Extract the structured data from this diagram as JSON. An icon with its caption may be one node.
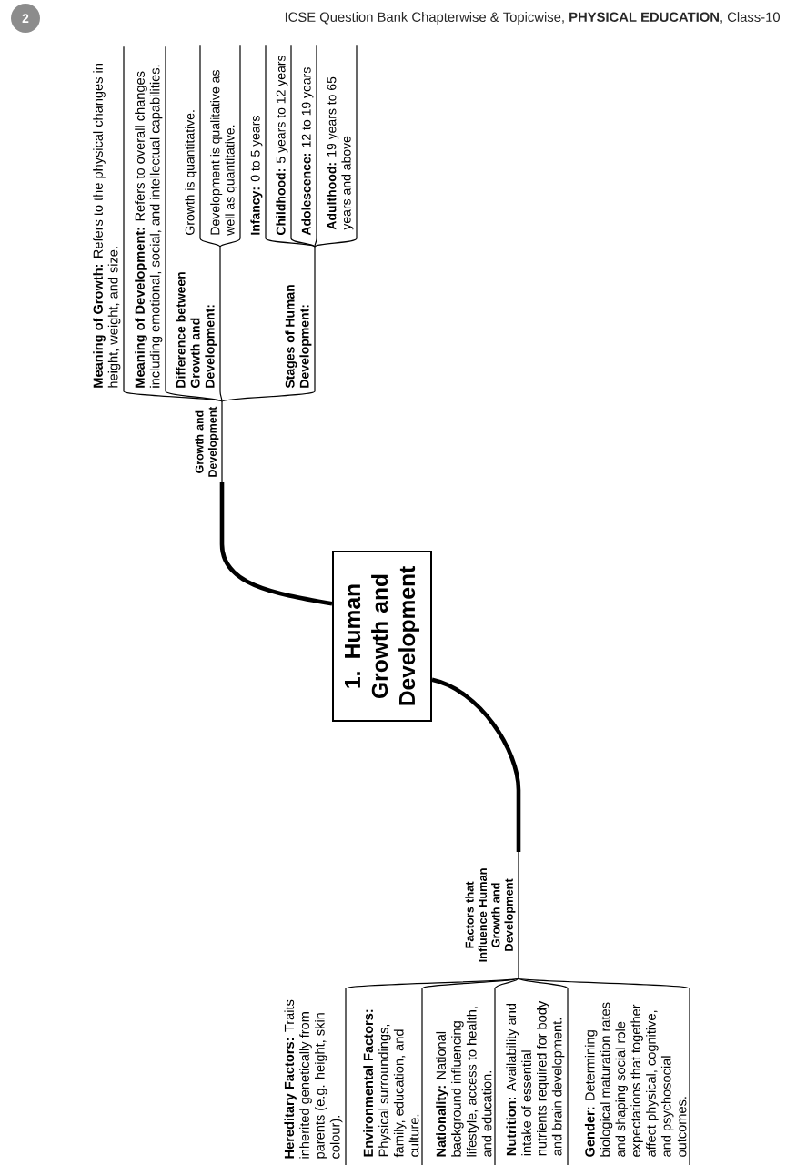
{
  "diagram": {
    "nodes": [
      {
        "text": [
          "1. Human Growth and Development"
        ]
      },
      {
        "text": [
          "Growth and Development"
        ]
      },
      {
        "text": [
          "**Meaning of Growth:** Refers to the physical changes in height, weight, and size."
        ]
      },
      {
        "text": [
          "**Meaning of Development:** Refers to overall changes including emotional, social, and intellectual capabilities."
        ]
      },
      {
        "text": [
          "Difference between Growth and Development:"
        ]
      },
      {
        "text": [
          "Growth is quantitative."
        ]
      },
      {
        "text": [
          "Development is qualitative as well as quantitative."
        ]
      },
      {
        "text": [
          "Stages of Human Development:"
        ]
      },
      {
        "text": [
          "**Infancy:** 0 to 5 years"
        ]
      },
      {
        "text": [
          "**Childhood:** 5 years to 12 years"
        ]
      },
      {
        "text": [
          "**Adolescence:** 12 to 19 years"
        ]
      },
      {
        "text": [
          "**Adulthood:** 19 years to 65 years and above"
        ]
      },
      {
        "text": [
          "Factors that Influence Human Growth and Development"
        ]
      },
      {
        "text": [
          "**Hereditary Factors:** Traits inherited genetically from parents (e.g. height, skin colour)."
        ]
      },
      {
        "text": [
          "**Environmental Factors:** Physical surroundings, family, education, and culture."
        ]
      },
      {
        "text": [
          "**Nationality:** National background influencing lifestyle, access to health, and education."
        ]
      },
      {
        "text": [
          "**Nutrition:** Availability and intake of essential nutrients required for body and brain development."
        ]
      },
      {
        "text": [
          "**Gender:** Determining biological maturation rates and shaping social role expectations that together affect physical, cognitive, and psychosocial outcomes."
        ]
      }
    ],
    "edges": [
      {
        "from": 0,
        "to": 1,
        "arrow": "none",
        "style": "thick"
      },
      {
        "from": 1,
        "to": 2,
        "arrow": "none"
      },
      {
        "from": 1,
        "to": 3,
        "arrow": "none"
      },
      {
        "from": 1,
        "to": 4,
        "arrow": "none"
      },
      {
        "from": 1,
        "to": 7,
        "arrow": "none"
      },
      {
        "from": 4,
        "to": 5,
        "arrow": "none"
      },
      {
        "from": 4,
        "to": 6,
        "arrow": "none"
      },
      {
        "from": 7,
        "to": 8,
        "arrow": "none"
      },
      {
        "from": 7,
        "to": 9,
        "arrow": "none"
      },
      {
        "from": 7,
        "to": 10,
        "arrow": "none"
      },
      {
        "from": 7,
        "to": 11,
        "arrow": "none"
      },
      {
        "from": 0,
        "to": 12,
        "arrow": "none",
        "style": "thick"
      },
      {
        "from": 12,
        "to": 13,
        "arrow": "none"
      },
      {
        "from": 12,
        "to": 14,
        "arrow": "none"
      },
      {
        "from": 12,
        "to": 15,
        "arrow": "none"
      },
      {
        "from": 12,
        "to": 16,
        "arrow": "none"
      },
      {
        "from": 12,
        "to": 17,
        "arrow": "none"
      }
    ],
    "labels": [
      "2",
      "ICSE Question Bank Chapterwise & Topicwise, **PHYSICAL EDUCATION**, Class-10"
    ]
  }
}
